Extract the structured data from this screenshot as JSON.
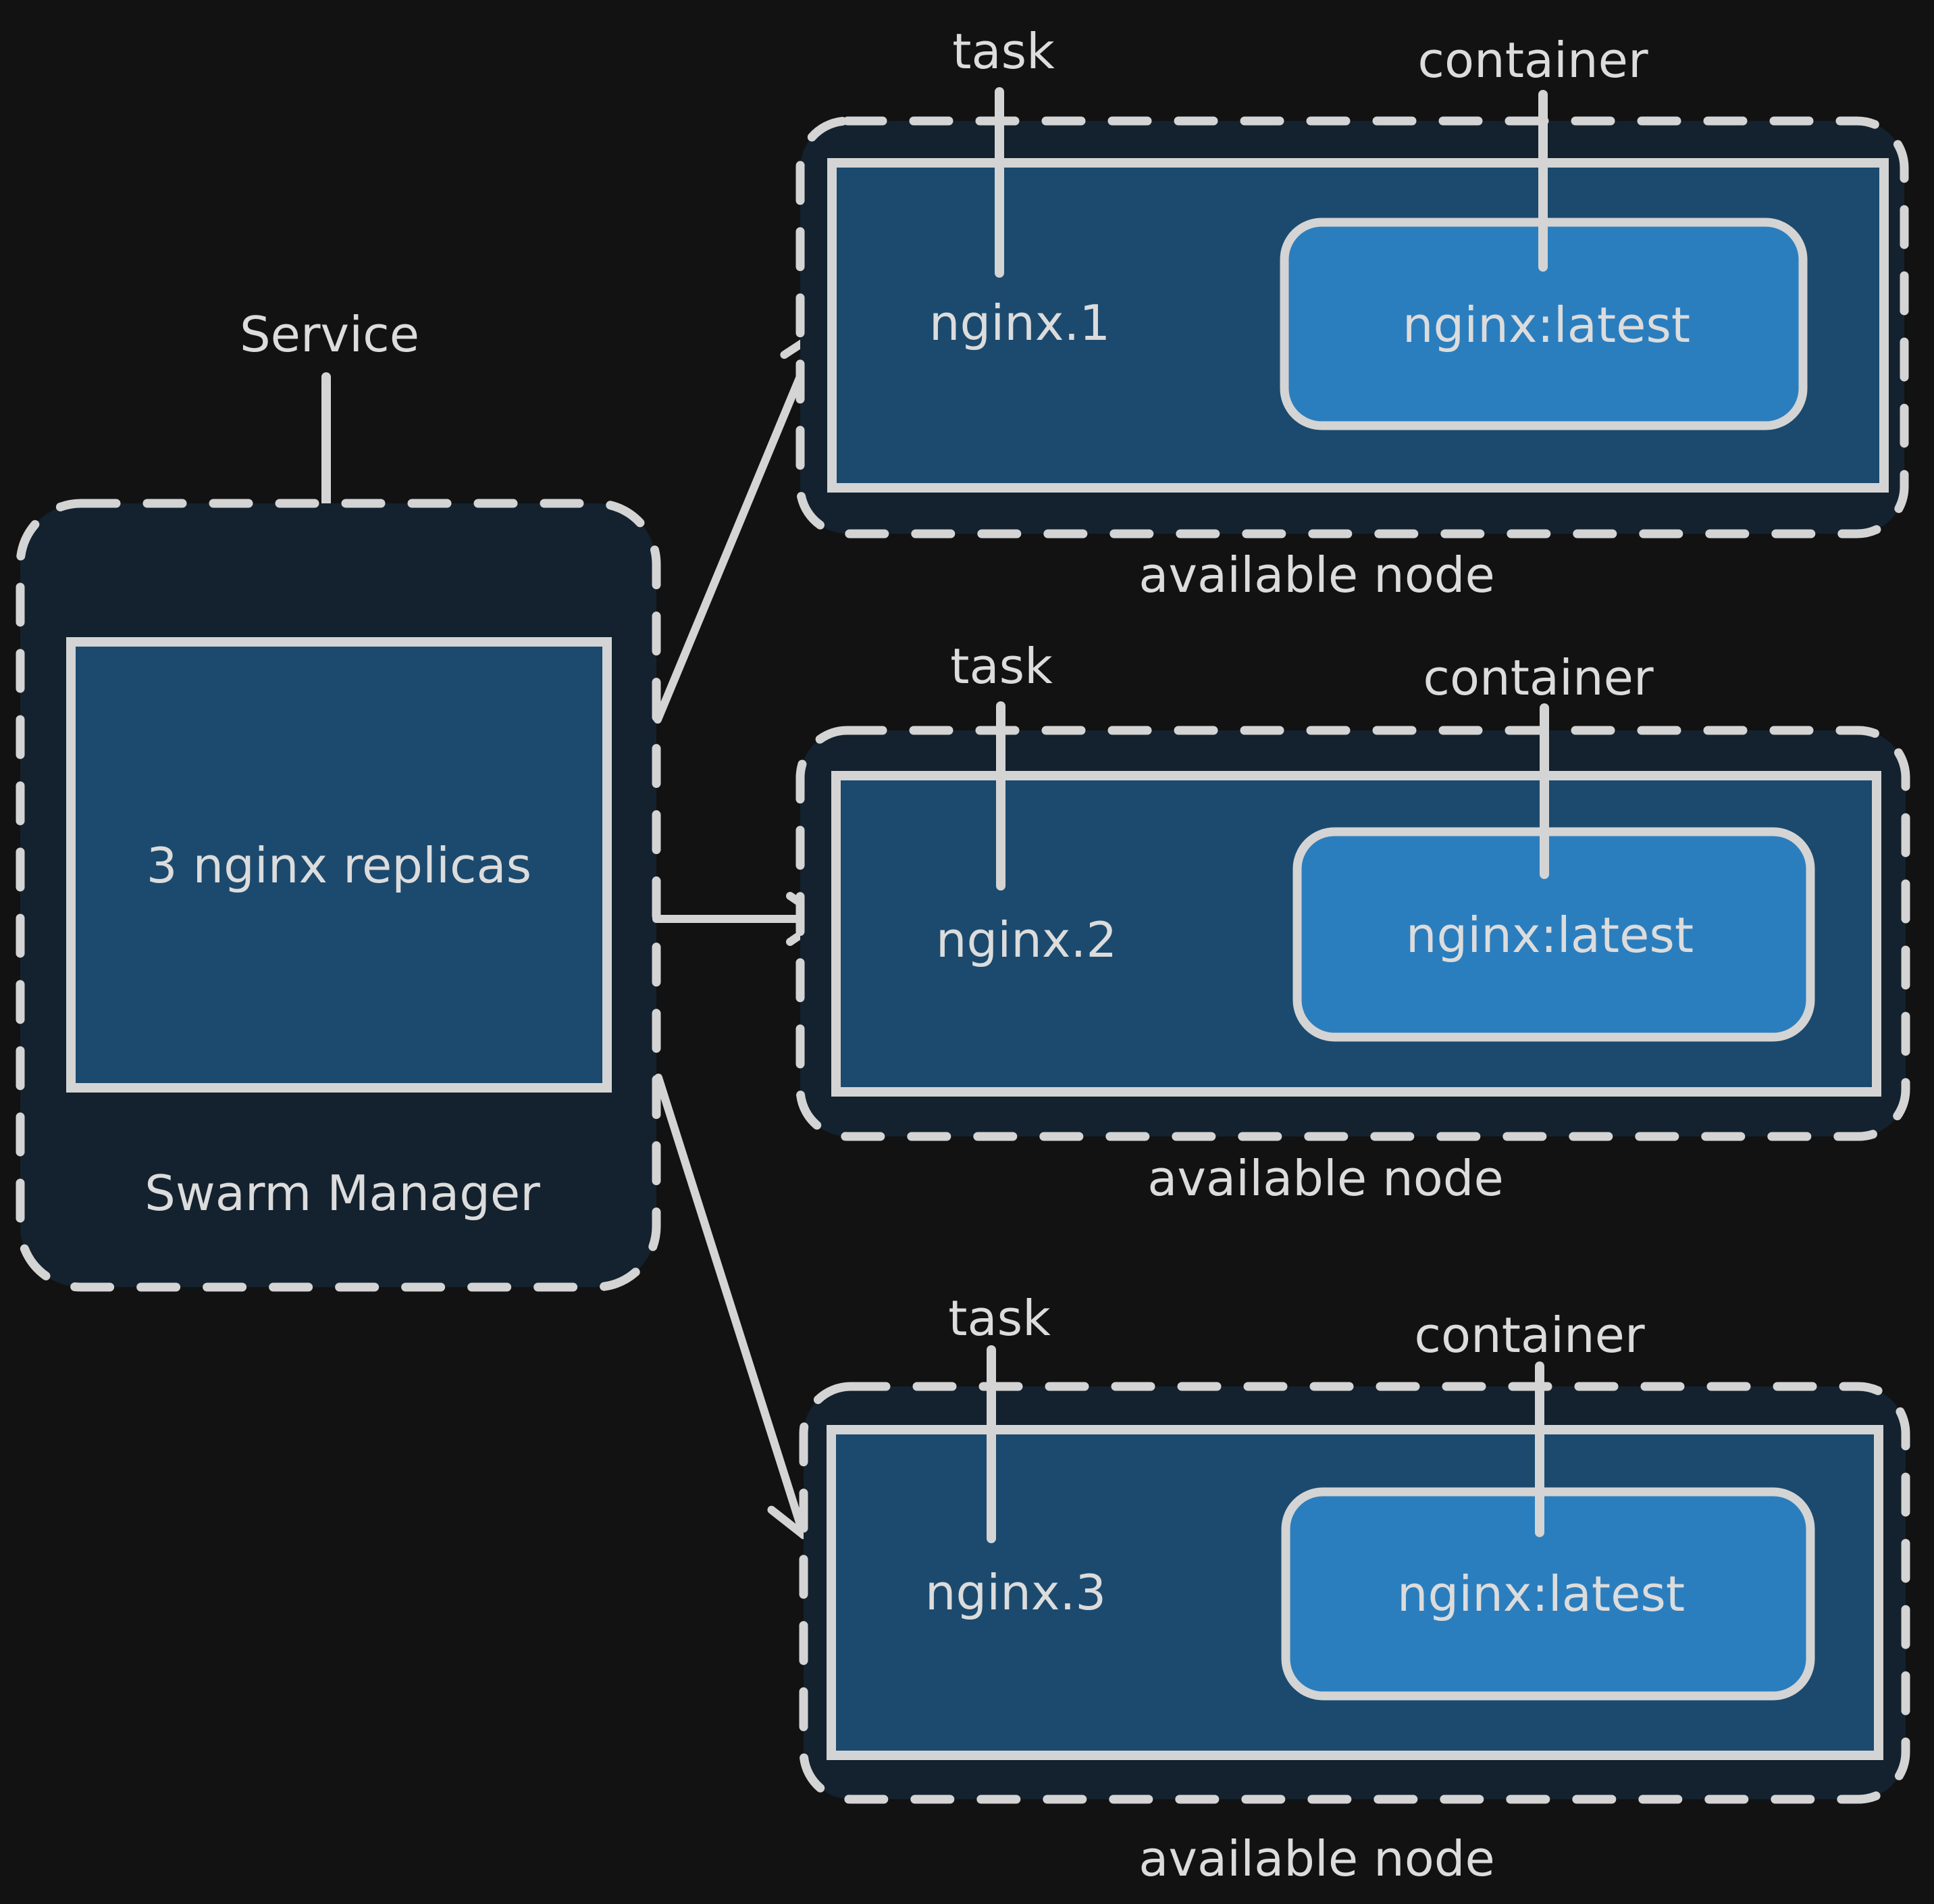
{
  "manager": {
    "service_label": "Service",
    "replicas_label": "3 nginx replicas",
    "name": "Swarm Manager"
  },
  "nodes": [
    {
      "task_label": "task",
      "container_label": "container",
      "task_name": "nginx.1",
      "container_image": "nginx:latest",
      "caption": "available node"
    },
    {
      "task_label": "task",
      "container_label": "container",
      "task_name": "nginx.2",
      "container_image": "nginx:latest",
      "caption": "available node"
    },
    {
      "task_label": "task",
      "container_label": "container",
      "task_name": "nginx.3",
      "container_image": "nginx:latest",
      "caption": "available node"
    }
  ],
  "colors": {
    "background": "#121212",
    "node_fill": "#13222e",
    "box_fill": "#1b4a6e",
    "container_fill": "#2b7ebe",
    "stroke": "#d4d4d4",
    "text": "#dcdcdc"
  }
}
